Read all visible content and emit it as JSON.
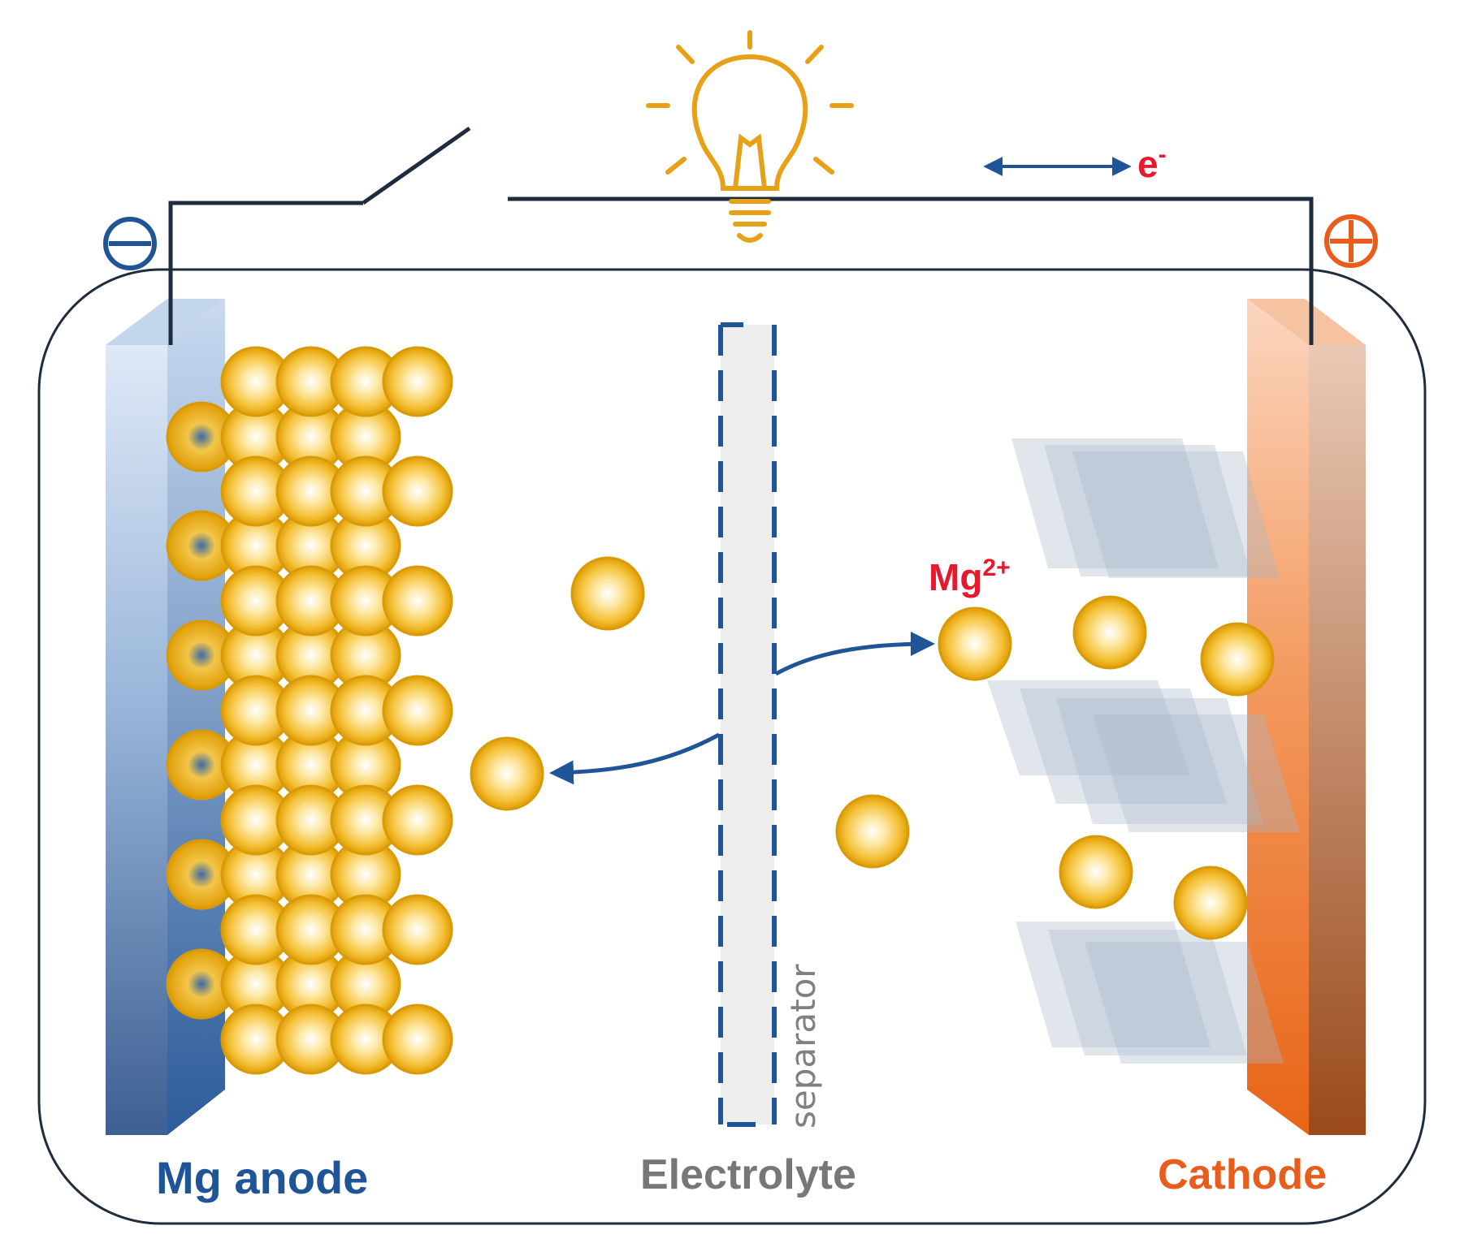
{
  "labels": {
    "anode": "Mg anode",
    "electrolyte": "Electrolyte",
    "cathode": "Cathode",
    "separator": "separator",
    "ion_base": "Mg",
    "ion_charge": "2+",
    "electron_base": "e",
    "electron_charge": "-"
  },
  "terminals": {
    "negative_icon": "minus-circle-icon",
    "positive_icon": "plus-circle-icon"
  },
  "icons": {
    "bulb": "light-bulb-icon",
    "switch": "open-switch-icon",
    "electron_arrow": "double-arrow-icon"
  },
  "colors": {
    "anode": "#1f5496",
    "cathode": "#e85c1c",
    "electrolyte": "#777777",
    "ion_label": "#e8192c",
    "bulb": "#e8a117",
    "wire": "#1e2d3d",
    "separator": "#1f5496",
    "ion_fill": "#e8a808",
    "arrow": "#1f5496"
  }
}
